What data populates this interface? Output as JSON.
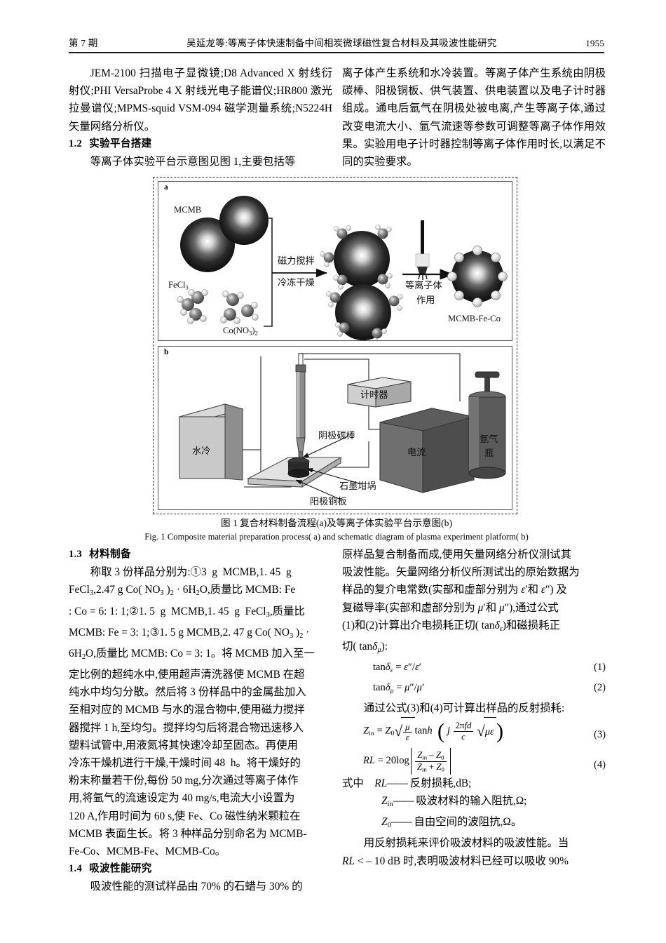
{
  "header": {
    "issue": "第 7 期",
    "title": "吴延龙等:等离子体快速制备中间相炭微球磁性复合材料及其吸波性能研究",
    "page_number": "1955"
  },
  "left_column": {
    "intro_paragraph": "JEM-2100 扫描电子显微镜;D8 Advanced X 射线衍射仪;PHI VersaProbe 4 X 射线光电子能谱仪;HR800 激光拉曼谱仪;MPMS-squid VSM-094 磁学测量系统;N5224H 矢量网络分析仪。",
    "section_1_2": {
      "number": "1.2",
      "title": "实验平台搭建"
    },
    "para_1_2": "等离子体实验平台示意图见图 1,主要包括等",
    "section_1_3": {
      "number": "1.3",
      "title": "材料制备"
    },
    "para_1_3_lines": [
      "称取 3 份样品分别为:①3 g MCMB,1. 45 g",
      "FeCl₃,2. 47 g Co( NO₃ )₂ · 6H₂O,质量比 MCMB: Fe",
      ": Co = 6: 1: 1;②1. 5 g MCMB,1. 45 g FeCl₃,质量比",
      "MCMB: Fe = 3: 1;③1. 5 g MCMB,2. 47 g Co( NO₃ )₂ ·",
      "6H₂O,质量比 MCMB: Co = 3: 1。将 MCMB 加入至一",
      "定比例的超纯水中,使用超声清洗器使 MCMB 在超",
      "纯水中均匀分散。然后将 3 份样品中的金属盐加入",
      "至相对应的 MCMB 与水的混合物中,使用磁力搅拌",
      "器搅拌 1 h,至均匀。搅拌均匀后将混合物迅速移入",
      "塑料试管中,用液氮将其快速冷却至固态。再使用",
      "冷冻干燥机进行干燥,干燥时间 48 h。将干燥好的",
      "粉末称量若干份,每份 50 mg,分次通过等离子体作",
      "用,将氩气的流速设定为 40 mg/s,电流大小设置为",
      "120 A,作用时间为 60 s,使 Fe、Co 磁性纳米颗粒在",
      "MCMB 表面生长。将 3 种样品分别命名为 MCMB-",
      "Fe-Co、MCMB-Fe、MCMB-Co。"
    ],
    "section_1_4": {
      "number": "1.4",
      "title": "吸波性能研究"
    },
    "para_1_4": "吸波性能的测试样品由 70% 的石蜡与 30% 的"
  },
  "right_column": {
    "para_top": "离子体产生系统和水冷装置。等离子体产生系统由阴极碳棒、阳极铜板、供气装置、供电装置以及电子计时器组成。通电后氩气在阴极处被电离,产生等离子体,通过改变电流大小、氩气流速等参数可调整等离子体作用效果。实验用电子计时器控制等离子体作用时长,以满足不同的实验要求。",
    "para_mid_lines": [
      "原样品复合制备而成,使用矢量网络分析仪测试其",
      "吸波性能。矢量网络分析仪所测试出的原始数据为",
      "样品的复介电常数(实部和虚部分别为 ε′和 ε″) 及",
      "复磁导率(实部和虚部分别为 μ′和 μ″),通过公式",
      "(1)和(2)计算出介电损耗正切(tanδε)和磁损耗正",
      "切(tanδμ):"
    ],
    "equations": [
      {
        "id": "1",
        "text": "tanδ_ε = ε″/ε′",
        "number": "(1)"
      },
      {
        "id": "2",
        "text": "tanδ_μ = μ″/μ′",
        "number": "(2)"
      },
      {
        "id": "3",
        "text": "Z_in = Z_0 √(μ/ε) tanh ( j 2πfd/c √(με) )",
        "number": "(3)"
      },
      {
        "id": "4",
        "text": "RL = 20log |(Z_in − Z_0)/(Z_in + Z_0)|",
        "number": "(4)"
      }
    ],
    "para_eq_intro": "通过公式(3)和(4)可计算出样品的反射损耗:",
    "where_intro": "式中",
    "nomenclature": [
      {
        "symbol": "RL",
        "dash": "——",
        "desc": "反射损耗,dB;"
      },
      {
        "symbol": "Zin",
        "dash": "——",
        "desc": "吸波材料的输入阻抗,Ω;"
      },
      {
        "symbol": "Z0",
        "dash": "——",
        "desc": "自由空间的波阻抗,Ω。"
      }
    ],
    "para_bottom_lines": [
      "用反射损耗来评价吸波材料的吸波性能。当",
      "RL < -10 dB 时,表明吸波材料已经可以吸收 90%"
    ]
  },
  "figure": {
    "sub_a_label": "a",
    "sub_b_label": "b",
    "a_labels": {
      "mcmb": "MCMB",
      "fecl3": "FeCl₃",
      "cono32": "Co(NO₃)₂",
      "arrow1_line1": "磁力搅拌",
      "arrow1_line2": "冷冻干燥",
      "arrow2_line1": "等离子体",
      "arrow2_line2": "作用",
      "product": "MCMB-Fe-Co"
    },
    "b_labels": {
      "water_cooling": "水冷",
      "timer": "计时器",
      "current": "电流",
      "argon_bottle_line1": "氩气",
      "argon_bottle_line2": "瓶",
      "cathode_rod": "阴极碳棒",
      "graphite_crucible": "石墨坩埚",
      "anode_copper": "阳极铜板"
    },
    "caption_cn": "图 1   复合材料制备流程(a)及等离子体实验平台示意图(b)",
    "caption_en": "Fig. 1   Composite material preparation process( a)  and schematic diagram of plasma experiment platform( b)"
  },
  "colors": {
    "ink": "#000000",
    "rule": "#1a1a1a",
    "box_gray_light": "#c9c9c9",
    "box_gray_mid": "#8a8a8a",
    "box_gray_dark": "#5d5d5d",
    "sphere_dark": "#101010"
  }
}
